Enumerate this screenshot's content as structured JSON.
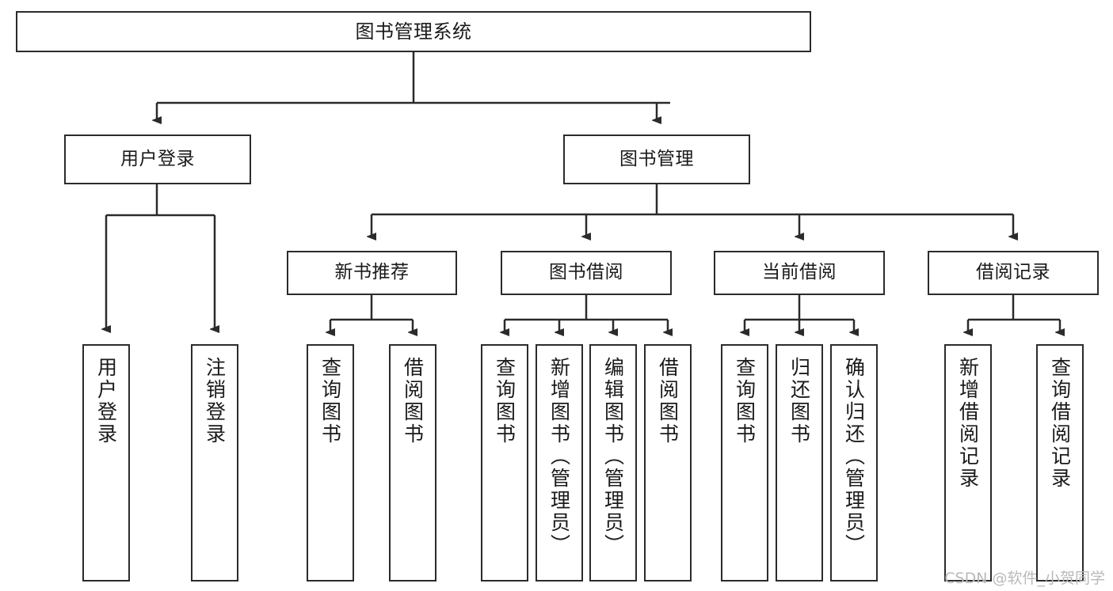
{
  "diagram": {
    "title": "图书管理系统",
    "type": "tree-hierarchy",
    "watermark": "CSDN @软件_小贺同学",
    "colors": {
      "box_border": "#2b2b2b",
      "box_fill": "#ffffff",
      "connector": "#2b2b2b",
      "text": "#1a1a1a",
      "watermark": "#b9b9b9"
    },
    "root": {
      "label": "图书管理系统"
    },
    "level1": [
      {
        "label": "用户登录"
      },
      {
        "label": "图书管理"
      }
    ],
    "level2": [
      {
        "label": "新书推荐"
      },
      {
        "label": "图书借阅"
      },
      {
        "label": "当前借阅"
      },
      {
        "label": "借阅记录"
      }
    ],
    "leaves": {
      "user_login": [
        {
          "label": "用户登录"
        },
        {
          "label": "注销登录"
        }
      ],
      "new_book_recommend": [
        {
          "label": "查询图书"
        },
        {
          "label": "借阅图书"
        }
      ],
      "book_borrow": [
        {
          "label": "查询图书"
        },
        {
          "label": "新增图书（管理员）"
        },
        {
          "label": "编辑图书（管理员）"
        },
        {
          "label": "借阅图书"
        }
      ],
      "current_borrow": [
        {
          "label": "查询图书"
        },
        {
          "label": "归还图书"
        },
        {
          "label": "确认归还（管理员）"
        }
      ],
      "borrow_records": [
        {
          "label": "新增借阅记录"
        },
        {
          "label": "查询借阅记录"
        }
      ]
    }
  }
}
